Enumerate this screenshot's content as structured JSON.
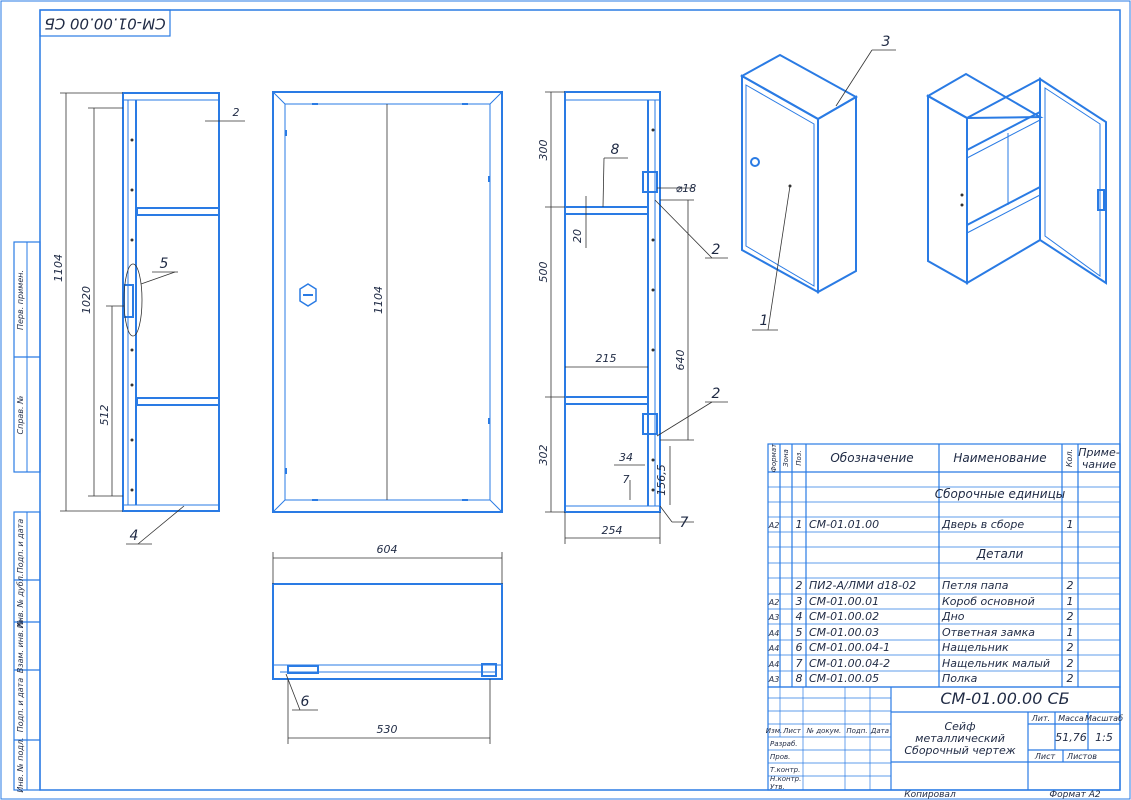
{
  "stamp": {
    "code_rotated": "СМ-01.00.00 СБ",
    "format": "Формат А2",
    "format_value": "А2",
    "copied": "Копировал"
  },
  "side_view": {
    "height_total": "1104",
    "height_inner": "1020",
    "shelf_height": "512",
    "wall_thickness": "2",
    "callout_lock": "5",
    "callout_bottom": "4"
  },
  "front_view": {
    "height": "1104"
  },
  "section_view": {
    "top_gap": "300",
    "middle_gap": "500",
    "bottom_gap": "302",
    "shelf_thickness": "20",
    "shelf_depth": "215",
    "hinge_span": "640",
    "hole_diameter": "⌀18",
    "dim_34": "34",
    "dim_7": "7",
    "dim_156": "156,5",
    "depth": "254",
    "callout_shelf": "8",
    "callout_hinge_top": "2",
    "callout_hinge_bottom": "2",
    "callout_striker": "7"
  },
  "top_view": {
    "width": "604",
    "inner_width": "530",
    "callout_latch": "6"
  },
  "iso_callouts": {
    "body": "3",
    "door": "1"
  },
  "side_stamps": [
    "Перв. примен.",
    "Справ. №",
    "Подп. и дата",
    "Инв. № дубл.",
    "Взам. инв. №",
    "Подп. и дата",
    "Инв. № подл."
  ],
  "spec": {
    "headers": {
      "format": "Формат",
      "zone": "Зона",
      "pos": "Поз.",
      "designation": "Обозначение",
      "name": "Наименование",
      "qty": "Кол.",
      "note1": "Приме-",
      "note2": "чание"
    },
    "section_assemblies": "Сборочные единицы",
    "section_parts": "Детали",
    "rows": [
      {
        "format": "А2",
        "pos": "1",
        "designation": "СМ-01.01.00",
        "name": "Дверь в сборе",
        "qty": "1"
      },
      {
        "format": "",
        "pos": "2",
        "designation": "ПИ2-А/ЛМИ d18-02",
        "name": "Петля папа",
        "qty": "2"
      },
      {
        "format": "А2",
        "pos": "3",
        "designation": "СМ-01.00.01",
        "name": "Короб основной",
        "qty": "1"
      },
      {
        "format": "А3",
        "pos": "4",
        "designation": "СМ-01.00.02",
        "name": "Дно",
        "qty": "2"
      },
      {
        "format": "А4",
        "pos": "5",
        "designation": "СМ-01.00.03",
        "name": "Ответная замка",
        "qty": "1"
      },
      {
        "format": "А4",
        "pos": "6",
        "designation": "СМ-01.00.04-1",
        "name": "Нащельник",
        "qty": "2"
      },
      {
        "format": "А4",
        "pos": "7",
        "designation": "СМ-01.00.04-2",
        "name": "Нащельник малый",
        "qty": "2"
      },
      {
        "format": "А3",
        "pos": "8",
        "designation": "СМ-01.00.05",
        "name": "Полка",
        "qty": "2"
      }
    ]
  },
  "title_block": {
    "code": "СМ-01.00.00 СБ",
    "title1": "Сейф",
    "title2": "металлический",
    "title3": "Сборочный чертеж",
    "col_change": "Изм.",
    "col_sheet": "Лист",
    "col_doc": "№ докум.",
    "col_sign": "Подп.",
    "col_date": "Дата",
    "row_dev": "Разраб.",
    "row_check": "Пров.",
    "row_tcontrol": "Т.контр.",
    "row_ncontrol": "Н.контр.",
    "row_approve": "Утв.",
    "lit": "Лит.",
    "mass_label": "Масса",
    "scale_label": "Масштаб",
    "mass": "51,76",
    "scale": "1:5",
    "sheet_label": "Лист",
    "sheets_label": "Листов"
  }
}
